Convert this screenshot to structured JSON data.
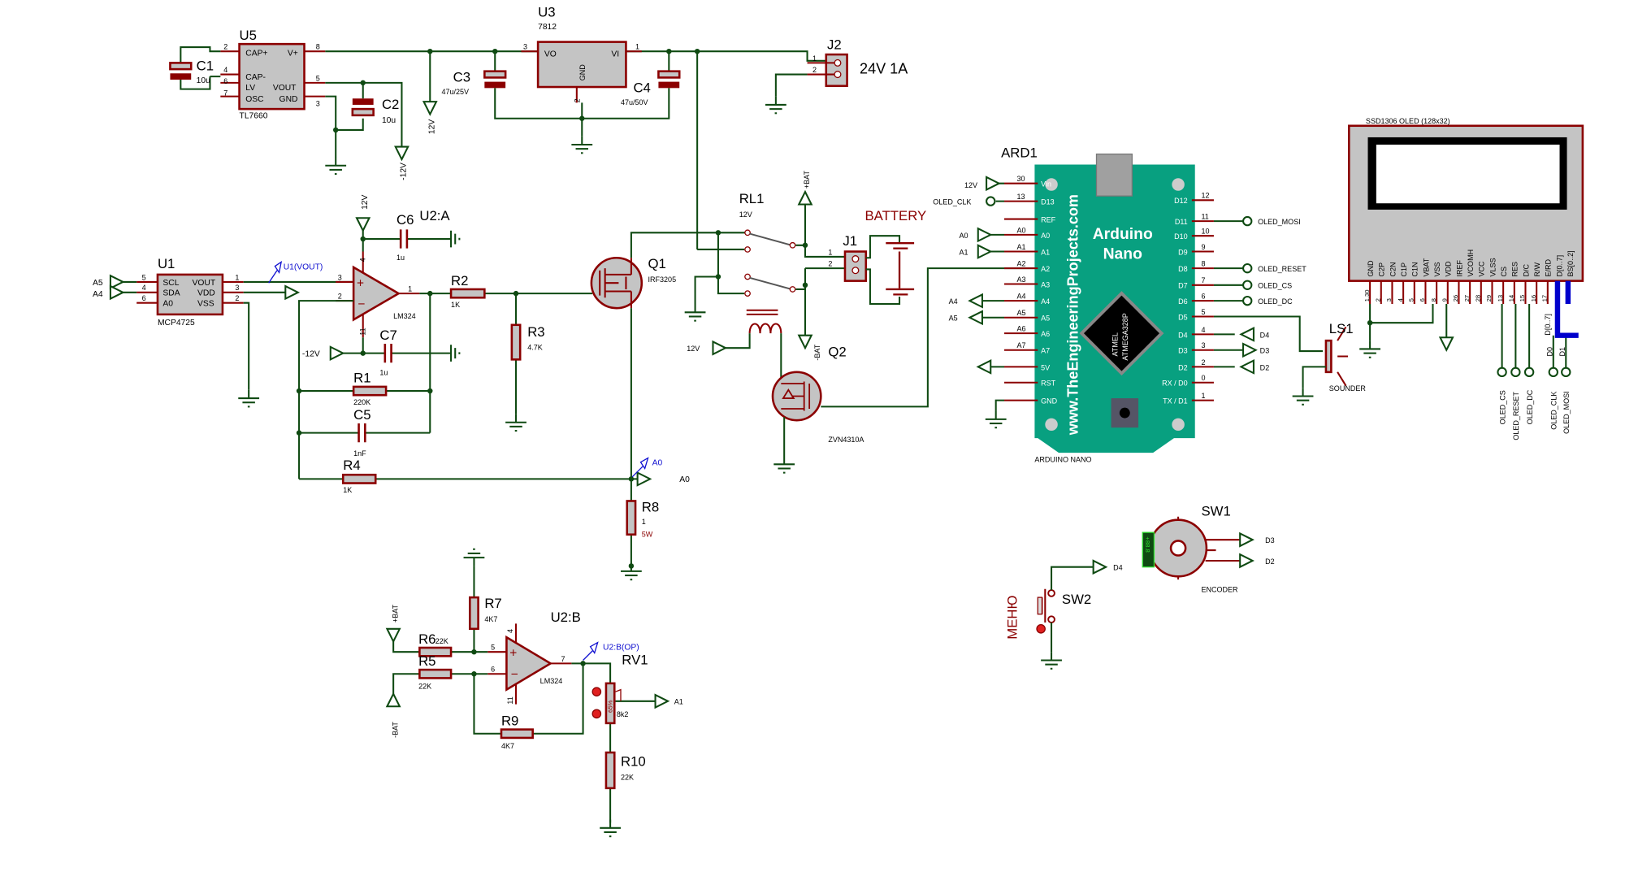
{
  "colors": {
    "wire": "#0f4a12",
    "pin": "#8b0000",
    "body": "#c4c4c4",
    "arduino_board": "#08a080",
    "bus": "#0000cc",
    "probe": "#1010d0"
  },
  "u5": {
    "ref": "U5",
    "part": "TL7660",
    "pins": {
      "cap_plus": "CAP+",
      "cap_minus": "CAP-",
      "lv": "LV",
      "osc": "OSC",
      "vplus": "V+",
      "vout": "VOUT",
      "gnd": "GND"
    },
    "pin_numbers": [
      "2",
      "4",
      "6",
      "7",
      "8",
      "5",
      "3"
    ]
  },
  "c1": {
    "ref": "C1",
    "value": "10u"
  },
  "c2": {
    "ref": "C2",
    "value": "10u"
  },
  "c3": {
    "ref": "C3",
    "value": "47u/25V"
  },
  "c4": {
    "ref": "C4",
    "value": "47u/50V"
  },
  "u3": {
    "ref": "U3",
    "part": "7812",
    "vo": "VO",
    "vi": "VI",
    "gnd": "GND",
    "pin_numbers": [
      "3",
      "1",
      "2"
    ]
  },
  "j2": {
    "ref": "J2",
    "rating": "24V  1A",
    "pin_numbers": [
      "1",
      "2"
    ]
  },
  "nets": {
    "v12": "12V",
    "vneg12": "-12V",
    "pbat": "+BAT",
    "nbat": "-BAT",
    "a0": "A0",
    "a1": "A1",
    "a4": "A4",
    "a5": "A5",
    "d2": "D2",
    "d3": "D3",
    "d4": "D4",
    "oled_clk": "OLED_CLK",
    "oled_mosi": "OLED_MOSI",
    "oled_reset": "OLED_RESET",
    "oled_cs": "OLED_CS",
    "oled_dc": "OLED_DC"
  },
  "u1": {
    "ref": "U1",
    "part": "MCP4725",
    "pins": [
      "SCL",
      "SDA",
      "A0",
      "VOUT",
      "VDD",
      "VSS"
    ],
    "pin_numbers": [
      "5",
      "4",
      "6",
      "1",
      "3",
      "2"
    ],
    "probe": "U1(VOUT)"
  },
  "u2a": {
    "ref": "U2:A",
    "part": "LM324",
    "pin_numbers": [
      "3",
      "2",
      "1",
      "4",
      "11"
    ]
  },
  "c6": {
    "ref": "C6",
    "value": "1u"
  },
  "c7": {
    "ref": "C7",
    "value": "1u"
  },
  "c5": {
    "ref": "C5",
    "value": "1nF"
  },
  "r1": {
    "ref": "R1",
    "value": "220K"
  },
  "r2": {
    "ref": "R2",
    "value": "1K"
  },
  "r3": {
    "ref": "R3",
    "value": "4.7K"
  },
  "r4": {
    "ref": "R4",
    "value": "1K"
  },
  "r8": {
    "ref": "R8",
    "value": "1",
    "power": "5W"
  },
  "q1": {
    "ref": "Q1",
    "part": "IRF3205"
  },
  "q2": {
    "ref": "Q2",
    "part": "ZVN4310A"
  },
  "rl1": {
    "ref": "RL1",
    "value": "12V"
  },
  "j1": {
    "ref": "J1",
    "pin_numbers": [
      "1",
      "2"
    ]
  },
  "battery": {
    "label": "BATTERY"
  },
  "probe_a0": "A0",
  "ard1": {
    "ref": "ARD1",
    "part": "ARDUINO NANO",
    "title1": "Arduino",
    "title2": "Nano",
    "website": "www.TheEngineeringProjects.com",
    "chip1": "ATMEL",
    "chip2": "ATMEGA328P",
    "left_pins": [
      {
        "label": "Vin",
        "num": "30"
      },
      {
        "label": "D13",
        "num": "13"
      },
      {
        "label": "REF",
        "num": ""
      },
      {
        "label": "A0",
        "num": "A0"
      },
      {
        "label": "A1",
        "num": "A1"
      },
      {
        "label": "A2",
        "num": "A2"
      },
      {
        "label": "A3",
        "num": "A3"
      },
      {
        "label": "A4",
        "num": "A4"
      },
      {
        "label": "A5",
        "num": "A5"
      },
      {
        "label": "A6",
        "num": "A6"
      },
      {
        "label": "A7",
        "num": "A7"
      },
      {
        "label": "5V",
        "num": ""
      },
      {
        "label": "RST",
        "num": ""
      },
      {
        "label": "GND",
        "num": ""
      }
    ],
    "right_pins": [
      {
        "label": "D12",
        "num": "12"
      },
      {
        "label": "D11",
        "num": "11"
      },
      {
        "label": "D10",
        "num": "10"
      },
      {
        "label": "D9",
        "num": "9"
      },
      {
        "label": "D8",
        "num": "8"
      },
      {
        "label": "D7",
        "num": "7"
      },
      {
        "label": "D6",
        "num": "6"
      },
      {
        "label": "D5",
        "num": "5"
      },
      {
        "label": "D4",
        "num": "4"
      },
      {
        "label": "D3",
        "num": "3"
      },
      {
        "label": "D2",
        "num": "2"
      },
      {
        "label": "RX / D0",
        "num": "0"
      },
      {
        "label": "TX / D1",
        "num": "1"
      }
    ]
  },
  "oled": {
    "title": "SSD1306 OLED (128x32)",
    "pins": [
      {
        "label": "GND",
        "num": "1,30"
      },
      {
        "label": "C2P",
        "num": "2"
      },
      {
        "label": "C2N",
        "num": "3"
      },
      {
        "label": "C1P",
        "num": "4"
      },
      {
        "label": "C1N",
        "num": "5"
      },
      {
        "label": "VBAT",
        "num": "6"
      },
      {
        "label": "VSS",
        "num": "8"
      },
      {
        "label": "VDD",
        "num": "9"
      },
      {
        "label": "IREF",
        "num": "26"
      },
      {
        "label": "VCOMH",
        "num": "27"
      },
      {
        "label": "VCC",
        "num": "28"
      },
      {
        "label": "VLSS",
        "num": "29"
      },
      {
        "label": "CS",
        "num": "13"
      },
      {
        "label": "RES",
        "num": "14"
      },
      {
        "label": "D/C",
        "num": "15"
      },
      {
        "label": "R/W",
        "num": "16"
      },
      {
        "label": "E/RD",
        "num": "17"
      },
      {
        "label": "D[0..7]",
        "num": ""
      },
      {
        "label": "BS[0..2]",
        "num": ""
      }
    ],
    "bus_label": "D[0..7]",
    "d0": "D0",
    "d1": "D1"
  },
  "ls1": {
    "ref": "LS1",
    "part": "SOUNDER"
  },
  "u2b": {
    "ref": "U2:B",
    "part": "LM324",
    "pin_numbers": [
      "5",
      "6",
      "7",
      "4",
      "11"
    ],
    "probe": "U2:B(OP)"
  },
  "r5": {
    "ref": "R5",
    "value": "22K"
  },
  "r6": {
    "ref": "R6",
    "value": "22K"
  },
  "r7": {
    "ref": "R7",
    "value": "4K7"
  },
  "r9": {
    "ref": "R9",
    "value": "4K7"
  },
  "r10": {
    "ref": "R10",
    "value": "22K"
  },
  "rv1": {
    "ref": "RV1",
    "value": "8k2",
    "position_percent": "65%"
  },
  "sw1": {
    "ref": "SW1",
    "part": "ENCODER",
    "display": "+88.8"
  },
  "sw2": {
    "ref": "SW2",
    "label": "МЕНЮ"
  }
}
